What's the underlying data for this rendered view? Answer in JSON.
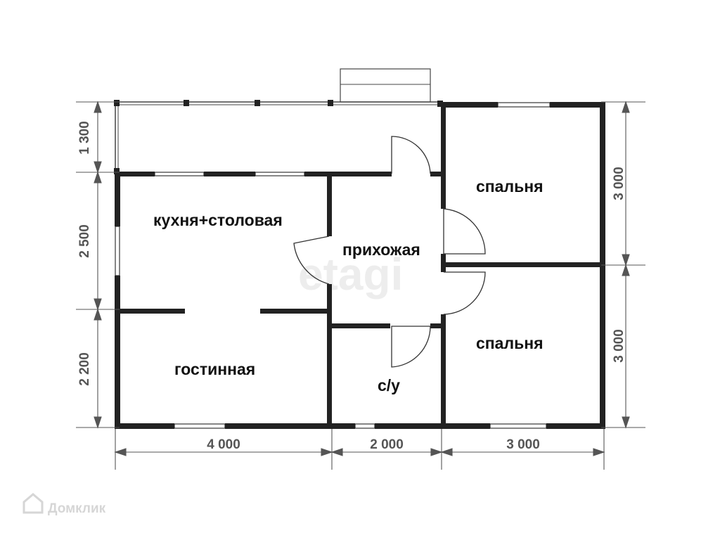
{
  "rooms": {
    "kitchen": "кухня+столовая",
    "hall": "прихожая",
    "bedroom_top": "спальня",
    "bedroom_bottom": "спальня",
    "living": "гостинная",
    "bathroom": "с/у"
  },
  "dimensions": {
    "left": [
      "1 300",
      "2 500",
      "2 200"
    ],
    "right": [
      "3 000",
      "3 000"
    ],
    "bottom": [
      "4 000",
      "2 000",
      "3 000"
    ]
  },
  "watermarks": {
    "center": "etagi",
    "corner": "Домклик"
  },
  "colors": {
    "wall": "#222222",
    "dimension": "#555555",
    "window_frame": "#222222"
  }
}
